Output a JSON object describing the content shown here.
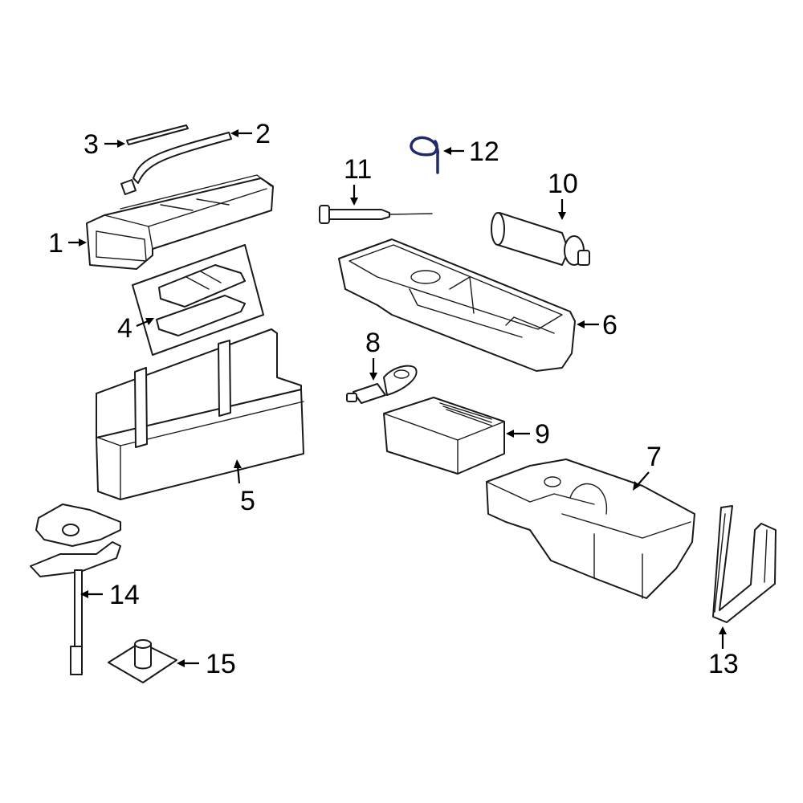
{
  "callouts": [
    {
      "id": "1",
      "label": "1"
    },
    {
      "id": "2",
      "label": "2"
    },
    {
      "id": "3",
      "label": "3"
    },
    {
      "id": "4",
      "label": "4"
    },
    {
      "id": "5",
      "label": "5"
    },
    {
      "id": "6",
      "label": "6"
    },
    {
      "id": "7",
      "label": "7"
    },
    {
      "id": "8",
      "label": "8"
    },
    {
      "id": "9",
      "label": "9"
    },
    {
      "id": "10",
      "label": "10"
    },
    {
      "id": "11",
      "label": "11"
    },
    {
      "id": "12",
      "label": "12"
    },
    {
      "id": "13",
      "label": "13"
    },
    {
      "id": "14",
      "label": "14"
    },
    {
      "id": "15",
      "label": "15"
    }
  ],
  "colors": {
    "line": "#1a1a1a",
    "highlight": "#1f2a6b",
    "background": "#ffffff"
  }
}
